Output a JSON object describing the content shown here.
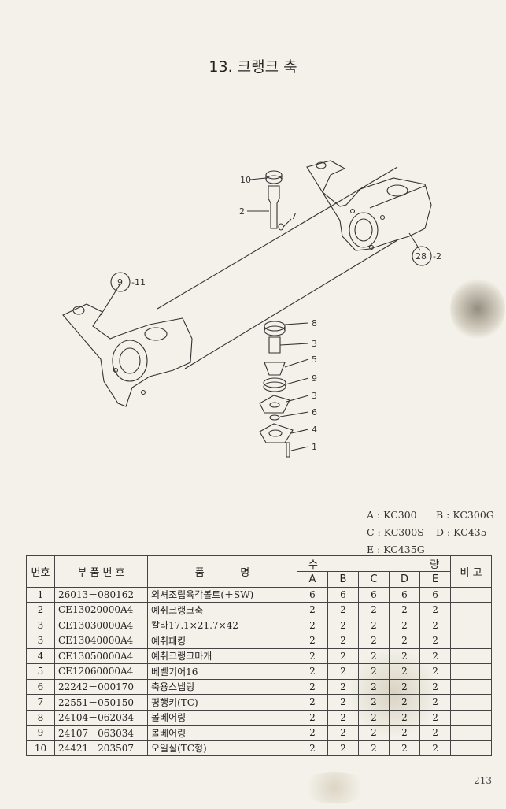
{
  "page": {
    "title": "13. 크랭크 축",
    "number": "213"
  },
  "diagram": {
    "callouts": [
      "10",
      "2",
      "7",
      "9",
      "-11",
      "28",
      "-2",
      "8",
      "3",
      "5",
      "9",
      "3",
      "6",
      "4",
      "1"
    ]
  },
  "legend": [
    [
      "A : KC300",
      "B : KC300G"
    ],
    [
      "C : KC300S",
      "D : KC435"
    ],
    [
      "E : KC435G"
    ]
  ],
  "table": {
    "headers": {
      "no": "번호",
      "part_no": "부 품 번 호",
      "name": "품           명",
      "qty_left": "수",
      "qty_right": "량",
      "note": "비  고",
      "models": [
        "A",
        "B",
        "C",
        "D",
        "E"
      ]
    },
    "rows": [
      {
        "no": "1",
        "part_no": "26013－080162",
        "name": "외셔조립육각볼트(＋SW)",
        "qty": [
          "6",
          "6",
          "6",
          "6",
          "6"
        ],
        "note": ""
      },
      {
        "no": "2",
        "part_no": "CE13020000A4",
        "name": "예취크랭크축",
        "qty": [
          "2",
          "2",
          "2",
          "2",
          "2"
        ],
        "note": ""
      },
      {
        "no": "3",
        "part_no": "CE13030000A4",
        "name": "칼라17.1×21.7×42",
        "qty": [
          "2",
          "2",
          "2",
          "2",
          "2"
        ],
        "note": ""
      },
      {
        "no": "3",
        "part_no": "CE13040000A4",
        "name": "예취패킹",
        "qty": [
          "2",
          "2",
          "2",
          "2",
          "2"
        ],
        "note": ""
      },
      {
        "no": "4",
        "part_no": "CE13050000A4",
        "name": "예취크랭크마개",
        "qty": [
          "2",
          "2",
          "2",
          "2",
          "2"
        ],
        "note": ""
      },
      {
        "no": "5",
        "part_no": "CE12060000A4",
        "name": "베벨기어16",
        "qty": [
          "2",
          "2",
          "2",
          "2",
          "2"
        ],
        "note": ""
      },
      {
        "no": "6",
        "part_no": "22242－000170",
        "name": "축용스냅링",
        "qty": [
          "2",
          "2",
          "2",
          "2",
          "2"
        ],
        "note": ""
      },
      {
        "no": "7",
        "part_no": "22551－050150",
        "name": "평행키(TC)",
        "qty": [
          "2",
          "2",
          "2",
          "2",
          "2"
        ],
        "note": ""
      },
      {
        "no": "8",
        "part_no": "24104－062034",
        "name": "볼베어링",
        "qty": [
          "2",
          "2",
          "2",
          "2",
          "2"
        ],
        "note": ""
      },
      {
        "no": "9",
        "part_no": "24107－063034",
        "name": "볼베어링",
        "qty": [
          "2",
          "2",
          "2",
          "2",
          "2"
        ],
        "note": ""
      },
      {
        "no": "10",
        "part_no": "24421－203507",
        "name": "오일실(TC형)",
        "qty": [
          "2",
          "2",
          "2",
          "2",
          "2"
        ],
        "note": ""
      }
    ]
  }
}
